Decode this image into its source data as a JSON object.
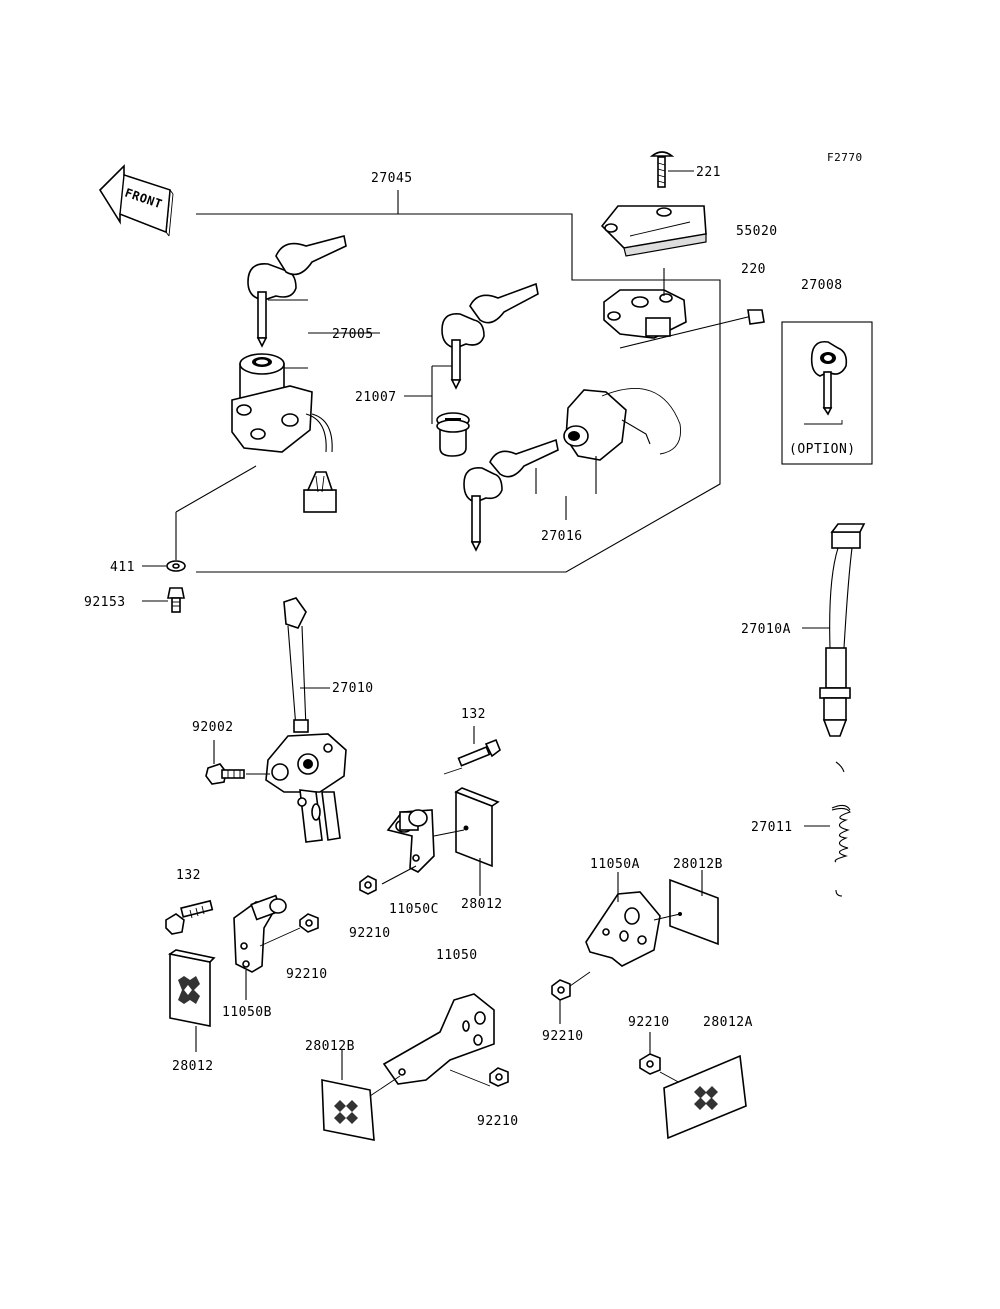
{
  "figure_code": "F2770",
  "front_label": "FRONT",
  "option_label": "(OPTION)",
  "labels": {
    "p27045": "27045",
    "p221": "221",
    "p55020": "55020",
    "p220": "220",
    "p27008": "27008",
    "p27005": "27005",
    "p21007": "21007",
    "p27016": "27016",
    "p411": "411",
    "p92153": "92153",
    "p27010A": "27010A",
    "p27010": "27010",
    "p92002": "92002",
    "p132a": "132",
    "p27011": "27011",
    "p132b": "132",
    "p11050C": "11050C",
    "p28012a": "28012",
    "p11050A": "11050A",
    "p28012Ba": "28012B",
    "p92210a": "92210",
    "p92210b": "92210",
    "p11050": "11050",
    "p11050B": "11050B",
    "p92210c": "92210",
    "p92210d": "92210",
    "p28012A": "28012A",
    "p28012b": "28012",
    "p28012Bb": "28012B",
    "p92210e": "92210"
  },
  "parts": [
    "ignition-switch-27005",
    "key-blank-27008",
    "seat-lock-21007",
    "helmet-lock-27016",
    "cover-55020",
    "screw-221",
    "screw-220",
    "washer-411",
    "bolt-92153",
    "switch-27010A",
    "spring-27011",
    "stop-switch-27010",
    "bolt-92002",
    "bolt-132",
    "bracket-11050",
    "bracket-11050A",
    "bracket-11050B",
    "bracket-11050C",
    "reflector-28012",
    "reflector-28012A",
    "reflector-28012B",
    "nut-92210"
  ]
}
